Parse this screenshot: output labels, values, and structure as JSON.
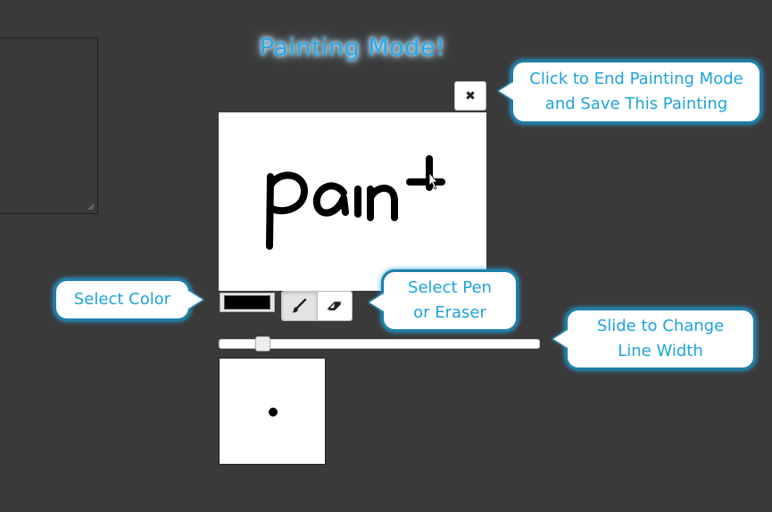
{
  "title": "Painting Mode!",
  "close_button": {
    "glyph": "✖",
    "icon": "close-icon"
  },
  "callouts": {
    "end_painting": {
      "line1": "Click to End Painting Mode",
      "line2": "and Save This Painting"
    },
    "select_color": {
      "text": "Select Color"
    },
    "pen_eraser": {
      "line1": "Select Pen",
      "line2": "or Eraser"
    },
    "line_width": {
      "line1": "Slide to Change",
      "line2": "Line Width"
    }
  },
  "canvas": {
    "handwritten_text": "paint"
  },
  "color_picker": {
    "selected_color": "#000000"
  },
  "tools": [
    {
      "name": "pen",
      "icon": "brush-icon",
      "active": true
    },
    {
      "name": "eraser",
      "icon": "eraser-icon",
      "active": false
    }
  ],
  "line_width_slider": {
    "fraction": 0.08
  },
  "colors": {
    "accent": "#2aa7e6",
    "background": "#3a3a3a"
  }
}
